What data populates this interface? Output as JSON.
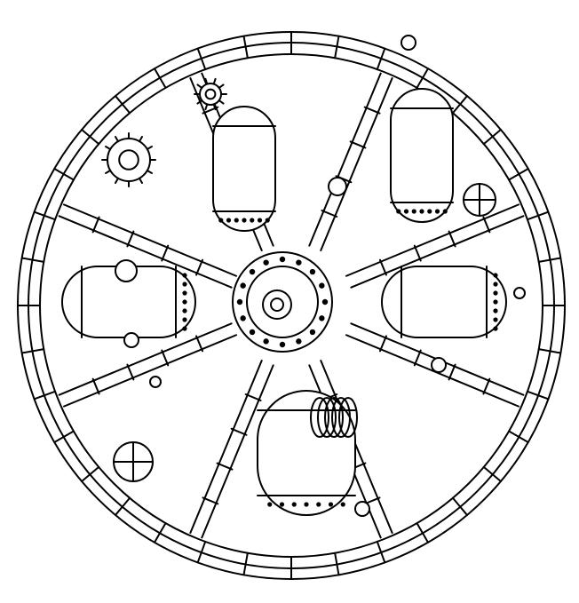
{
  "colors": {
    "ink": "#000000",
    "paper": "#ffffff"
  },
  "illustration": {
    "style": "black line art, coloring-page",
    "components": [
      "pipe-ring",
      "spokes",
      "central-hub",
      "tank",
      "tank",
      "tank",
      "tank",
      "tank",
      "gear",
      "gear",
      "valve",
      "valve",
      "coil"
    ]
  }
}
